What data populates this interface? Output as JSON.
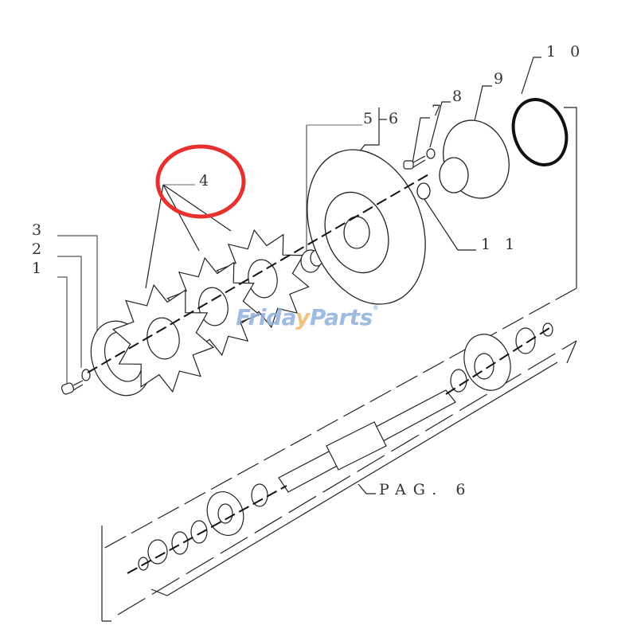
{
  "diagram": {
    "type": "exploded parts diagram",
    "callouts": [
      {
        "id": "1",
        "label": "1"
      },
      {
        "id": "2",
        "label": "2"
      },
      {
        "id": "3",
        "label": "3"
      },
      {
        "id": "4",
        "label": "4",
        "highlighted": true
      },
      {
        "id": "5",
        "label": "5"
      },
      {
        "id": "6",
        "label": "6"
      },
      {
        "id": "7",
        "label": "7"
      },
      {
        "id": "8",
        "label": "8"
      },
      {
        "id": "9",
        "label": "9"
      },
      {
        "id": "10",
        "label": "1 0"
      },
      {
        "id": "11",
        "label": "1 1"
      }
    ],
    "page_reference": "PAG.  6",
    "highlight_color": "#e8312f"
  },
  "watermark": {
    "text_part1": "Frida",
    "text_v": "y",
    "text_part2": "Parts",
    "registered": "®",
    "colors": {
      "primary": "#8fb0dc",
      "accent": "#f0b870"
    }
  }
}
